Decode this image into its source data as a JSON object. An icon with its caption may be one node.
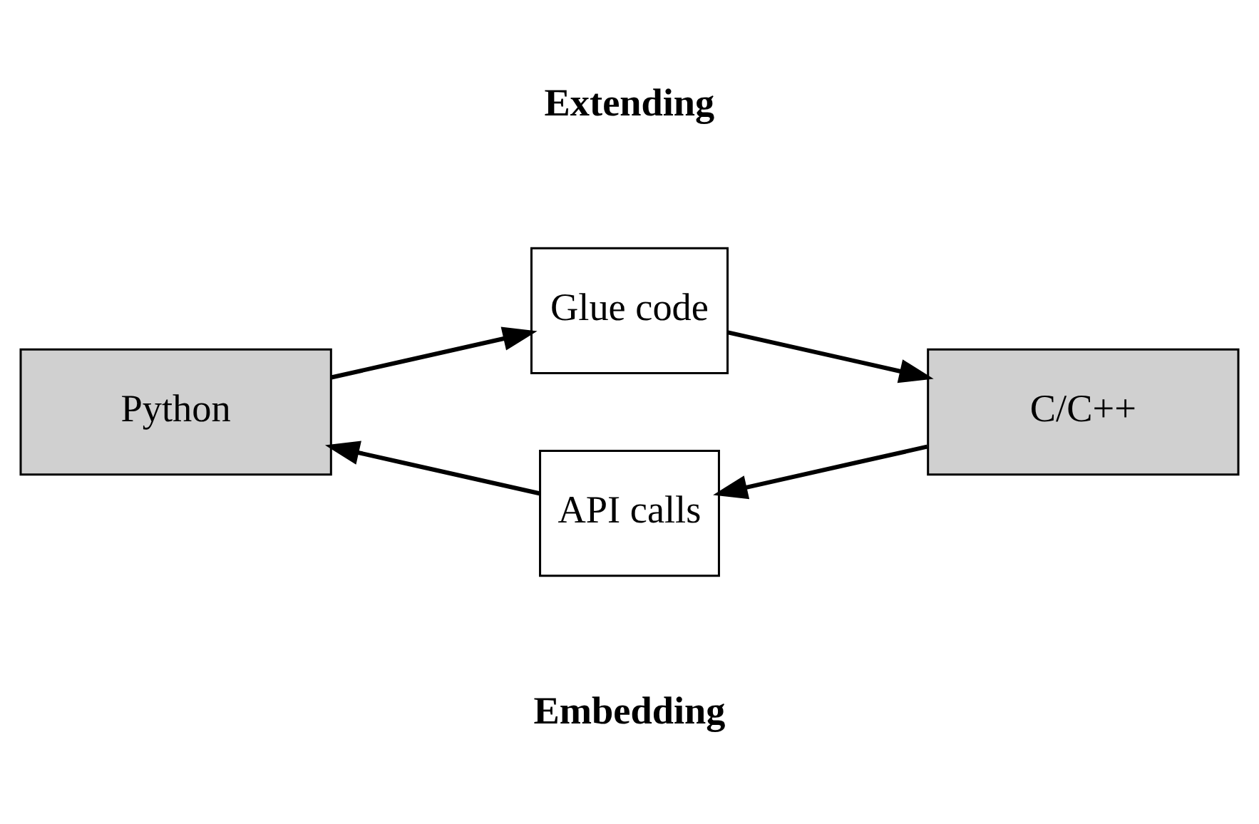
{
  "diagram": {
    "nodes": [
      {
        "text": [
          "Glue code"
        ]
      },
      {
        "text": [
          "Python"
        ]
      },
      {
        "text": [
          "C/C++"
        ]
      },
      {
        "text": [
          "API calls"
        ]
      }
    ],
    "edges": [
      {
        "from": 1,
        "to": 0,
        "arrow": "to"
      },
      {
        "from": 0,
        "to": 2,
        "arrow": "to"
      },
      {
        "from": 2,
        "to": 3,
        "arrow": "to"
      },
      {
        "from": 3,
        "to": 1,
        "arrow": "to"
      }
    ],
    "labels": [
      "Extending",
      "Embedding"
    ]
  }
}
